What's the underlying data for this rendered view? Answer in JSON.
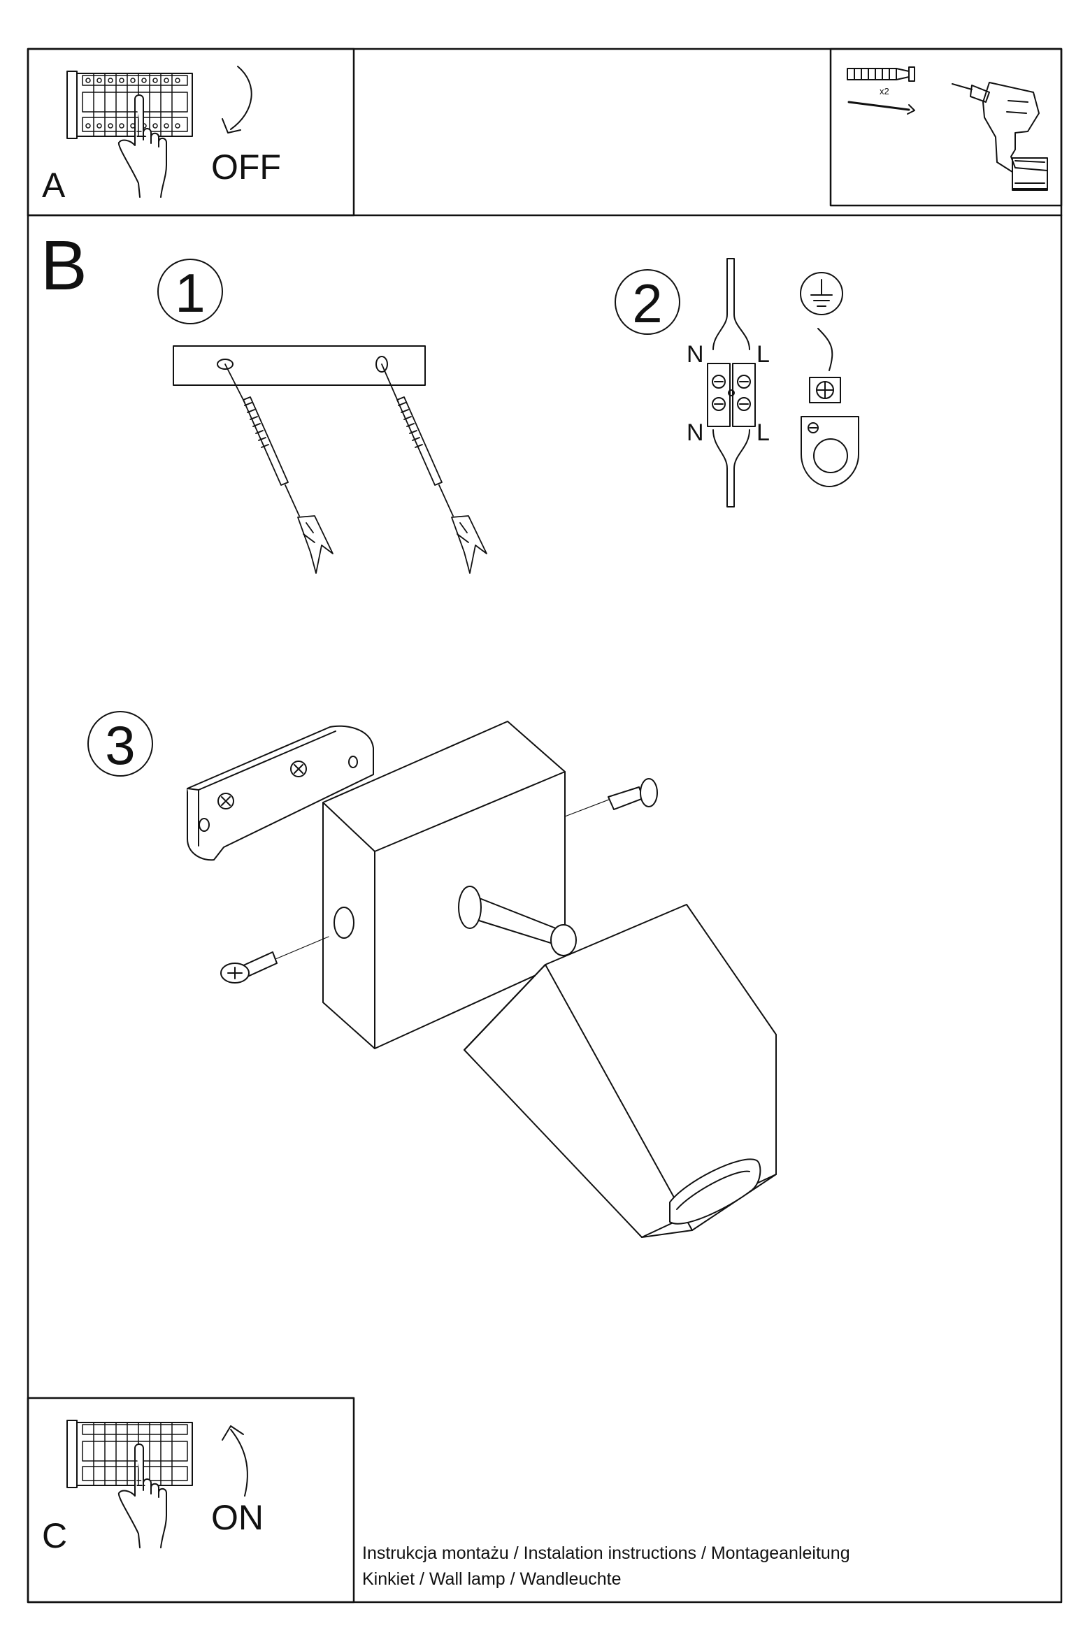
{
  "panels": {
    "a": {
      "letter": "A",
      "state": "OFF"
    },
    "b": {
      "letter": "B"
    },
    "c": {
      "letter": "C",
      "state": "ON"
    }
  },
  "tools": {
    "quantity": "x2"
  },
  "steps": [
    {
      "number": "1"
    },
    {
      "number": "2",
      "wire_labels": {
        "top_left": "N",
        "top_right": "L",
        "bottom_left": "N",
        "bottom_right": "L"
      }
    },
    {
      "number": "3"
    }
  ],
  "footer": {
    "line1": "Instrukcja montażu / Instalation instructions / Montageanleitung",
    "line2": "Kinkiet  / Wall lamp / Wandleuchte"
  }
}
